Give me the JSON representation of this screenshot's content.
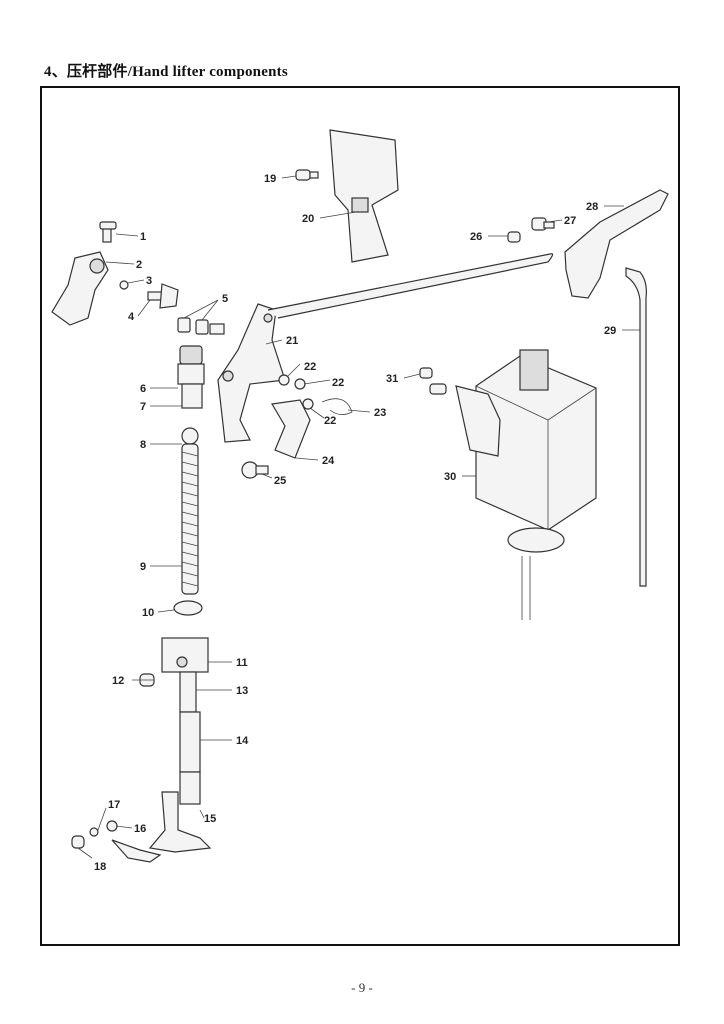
{
  "section_title": "4、压杆部件/Hand lifter components",
  "page_number": "- 9 -",
  "callouts": [
    "1",
    "2",
    "3",
    "4",
    "5",
    "6",
    "7",
    "8",
    "9",
    "10",
    "11",
    "12",
    "13",
    "14",
    "15",
    "16",
    "17",
    "18",
    "19",
    "20",
    "21",
    "22",
    "22",
    "22",
    "23",
    "24",
    "25",
    "26",
    "27",
    "28",
    "29",
    "30",
    "31"
  ]
}
